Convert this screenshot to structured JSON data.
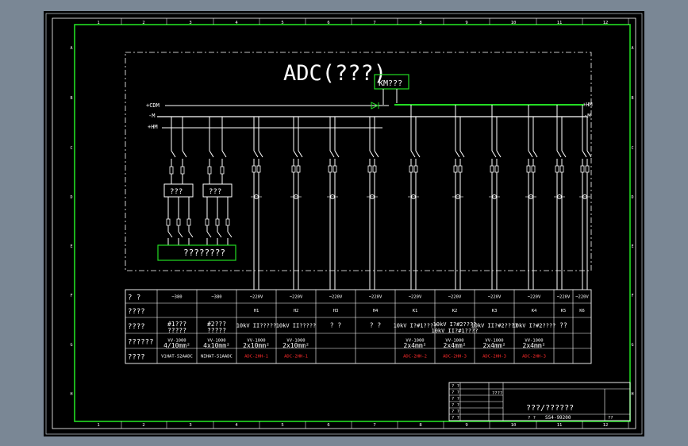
{
  "colors": {
    "bg_outer": "#7a8795",
    "sheet": "#000000",
    "frame_border": "#5ed65e",
    "white": "#ffffff",
    "green": "#22dd22",
    "red": "#ff2b2b",
    "grey_frame": "#b0b7bf"
  },
  "title": "ADC(???)",
  "km_label": "KM???",
  "bus_labels": {
    "cdm": "+CDM",
    "m_left": "-M",
    "hm_left": "+HM",
    "hm_right": "+HM",
    "m_right": "-M"
  },
  "panels": [
    {
      "label": "???"
    },
    {
      "label": "???"
    }
  ],
  "inverter_label": "????????",
  "ruler": {
    "top": [
      "1",
      "2",
      "3",
      "4",
      "5",
      "6",
      "7",
      "8",
      "9",
      "10",
      "11",
      "12"
    ],
    "bottom": [
      "1",
      "2",
      "3",
      "4",
      "5",
      "6",
      "7",
      "8",
      "9",
      "10",
      "11",
      "12"
    ],
    "left": [
      "A",
      "B",
      "C",
      "D",
      "E",
      "F",
      "G",
      "H"
    ],
    "right": [
      "A",
      "B",
      "C",
      "D",
      "E",
      "F",
      "G",
      "H"
    ]
  },
  "table": {
    "row_headers": [
      "? ?",
      "????",
      "????",
      "??????",
      "????"
    ],
    "rows": [
      [
        "~380",
        "~380",
        "~220V",
        "~220V",
        "~220V",
        "~220V",
        "~220V",
        "~220V",
        "~220V",
        "~220V",
        "~220V",
        "~220V"
      ],
      [
        "",
        "",
        "H1",
        "H2",
        "H3",
        "H4",
        "K1",
        "K2",
        "K3",
        "K4",
        "K5",
        "K6"
      ],
      [
        "#1???\n?????",
        "#2???\n?????",
        "10kV II?????",
        "10kV II?????",
        "? ?",
        "? ?",
        "10kV I?#1????",
        "10kV I?#2????\n10kV II?#1????",
        "10kV II?#2????",
        "10kV I?#2????",
        "??",
        ""
      ],
      [
        "VV-1000\n4/10mm²",
        "VV-1000\n4x10mm²",
        "VV-1000\n2x10mm²",
        "VV-1000\n2x10mm²",
        "",
        "",
        "VV-1000\n2x4mm²",
        "VV-1000\n2x4mm²",
        "VV-1000\n2x4mm²",
        "VV-1000\n2x4mm²",
        "",
        ""
      ],
      [
        "V1HAT-52AADC",
        "NIHAT-51AADC",
        "ADC-2HH-1",
        "ADC-2HH-1",
        "",
        "",
        "ADC-2HH-2",
        "ADC-2HH-3",
        "ADC-2HH-3",
        "ADC-2HH-3",
        "",
        ""
      ]
    ],
    "row4_red": [
      false,
      false,
      true,
      true,
      false,
      false,
      true,
      true,
      true,
      true,
      false,
      false
    ]
  },
  "title_block": {
    "left_rows": [
      "? ?",
      "? ?",
      "? ?",
      "? ?",
      "? ?",
      "? ?"
    ],
    "mid_header": "????",
    "sheet_title": "???/??????",
    "scale_label": "? ?",
    "drawing_no": "SS4-99200",
    "sheet_no": "??"
  }
}
